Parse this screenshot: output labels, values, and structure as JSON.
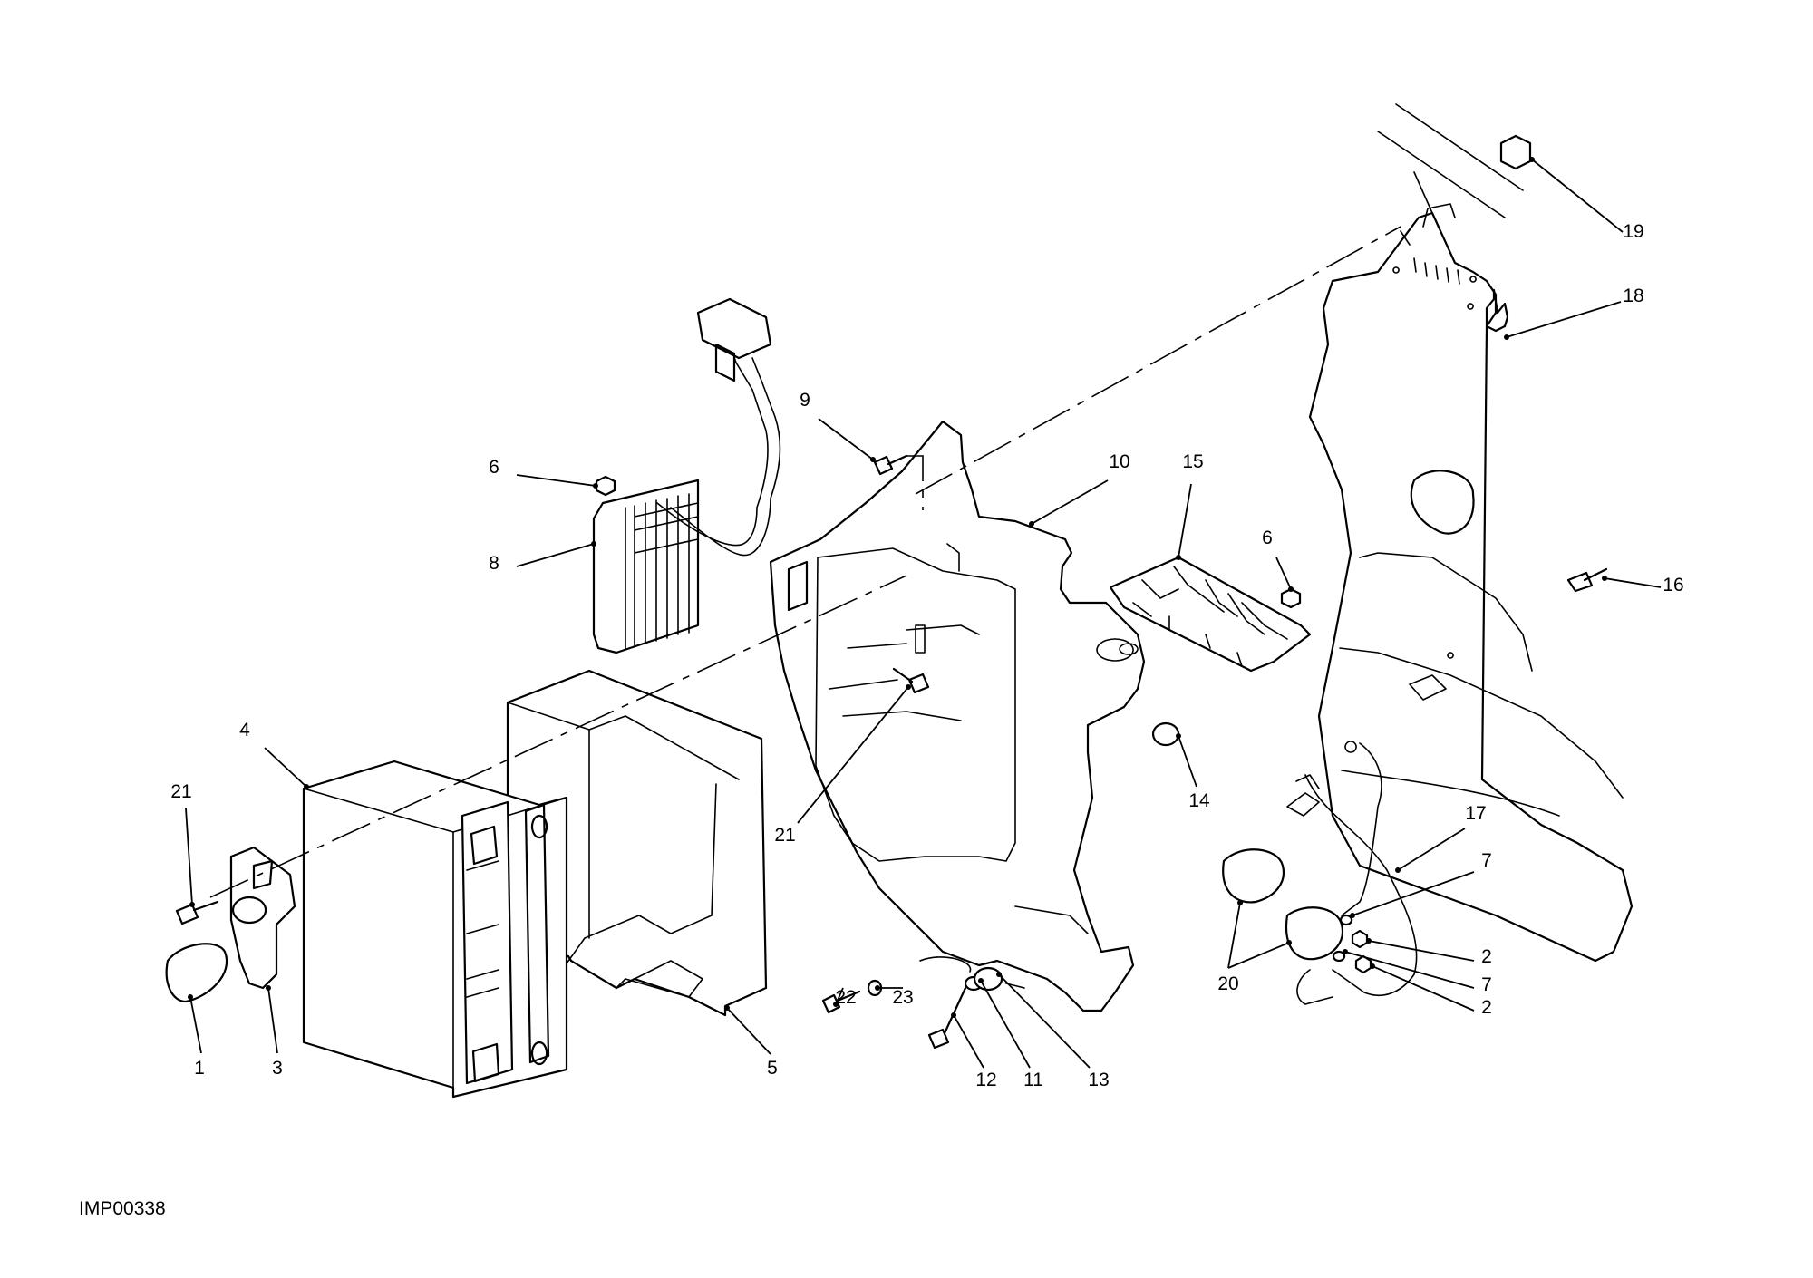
{
  "diagram": {
    "drawing_code": "IMP00338",
    "callouts": [
      "1",
      "2",
      "2",
      "3",
      "4",
      "5",
      "6",
      "6",
      "7",
      "7",
      "8",
      "9",
      "10",
      "11",
      "12",
      "13",
      "14",
      "15",
      "16",
      "17",
      "18",
      "19",
      "20",
      "21",
      "21",
      "22",
      "23"
    ]
  }
}
